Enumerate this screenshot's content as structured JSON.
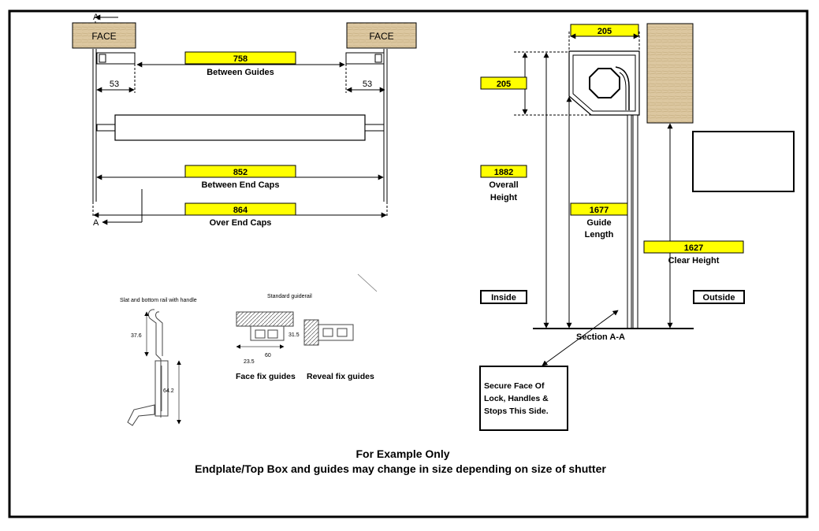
{
  "colors": {
    "highlight": "#ffff00",
    "wood": "#dcc7a0",
    "line": "#000000"
  },
  "front_view": {
    "section_marker": "A",
    "face_left": "FACE",
    "face_right": "FACE",
    "between_guides": {
      "value": "758",
      "label": "Between Guides"
    },
    "left_offset": "53",
    "right_offset": "53",
    "between_end_caps": {
      "value": "852",
      "label": "Between End Caps"
    },
    "over_end_caps": {
      "value": "864",
      "label": "Over End Caps"
    }
  },
  "side_view": {
    "box_width": "205",
    "box_height": "205",
    "overall_height": {
      "value": "1882",
      "label_line1": "Overall",
      "label_line2": "Height"
    },
    "guide_length": {
      "value": "1677",
      "label_line1": "Guide",
      "label_line2": "Length"
    },
    "clear_height": {
      "value": "1627",
      "label": "Clear Height"
    },
    "inside_label": "Inside",
    "outside_label": "Outside",
    "section_label": "Section A-A",
    "note_lines": [
      "Secure Face Of",
      "Lock, Handles &",
      "Stops This Side."
    ]
  },
  "profiles": {
    "rail_title": "Slat and bottom rail with handle",
    "rail_dim_1": "37.6",
    "rail_dim_2": "64.2",
    "guide_title": "Standard guiderail",
    "guide_dim_1": "31.5",
    "guide_dim_2": "60",
    "guide_dim_3": "23.5",
    "face_fix_label": "Face fix guides",
    "reveal_fix_label": "Reveal fix guides"
  },
  "footer": {
    "line1": "For Example Only",
    "line2": "Endplate/Top Box and guides may change in size depending on size of shutter"
  }
}
